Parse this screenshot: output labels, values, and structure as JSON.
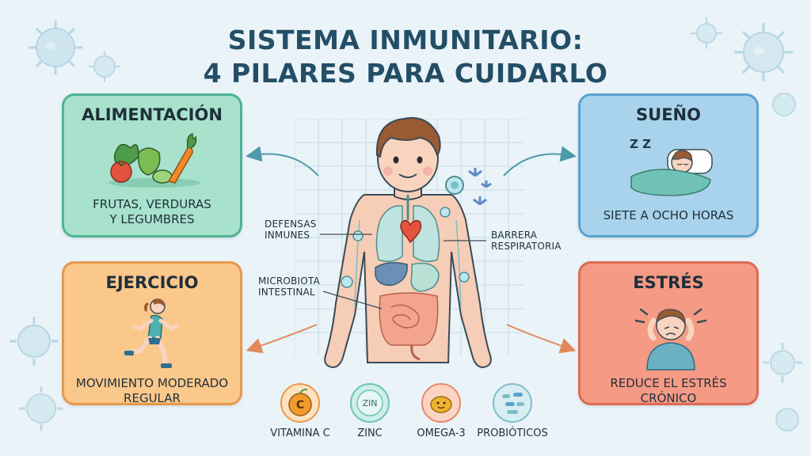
{
  "title": {
    "line1": "SISTEMA INMUNITARIO:",
    "line2": "4 PILARES PARA CUIDARLO"
  },
  "pillars": {
    "food": {
      "title": "ALIMENTACIÓN",
      "text_line1": "FRUTAS, VERDURAS",
      "text_line2": "Y LEGUMBRES"
    },
    "sleep": {
      "title": "SUEÑO",
      "text_line1": "SIETE A OCHO HORAS",
      "zz": "Z Z"
    },
    "exercise": {
      "title": "EJERCICIO",
      "text_line1": "MOVIMIENTO MODERADO",
      "text_line2": "REGULAR"
    },
    "stress": {
      "title": "ESTRÉS",
      "text_line1": "REDUCE EL ESTRÉS",
      "text_line2": "CRÓNICO"
    }
  },
  "body_labels": {
    "defenses": {
      "line1": "DEFENSAS",
      "line2": "INMUNES"
    },
    "respiratory": {
      "line1": "BARRERA",
      "line2": "RESPIRATORIA"
    },
    "microbiota": {
      "line1": "MICROBIOTA",
      "line2": "INTESTINAL"
    }
  },
  "nutrients": [
    {
      "label": "VITAMINA C",
      "badge": "C",
      "icon": "orange-icon",
      "color": "#f39a2c"
    },
    {
      "label": "ZINC",
      "badge": "ZIN",
      "icon": "zinc-icon",
      "color": "#6cc4b7"
    },
    {
      "label": "OMEGA-3",
      "badge": "",
      "icon": "omega-capsule-icon",
      "color": "#f0b330"
    },
    {
      "label": "PROBIÓTICOS",
      "badge": "",
      "icon": "probiotics-icon",
      "color": "#7dbfc8"
    }
  ],
  "colors": {
    "background": "#e9f3f8",
    "title": "#244e66",
    "food_card": "#a8e2cc",
    "sleep_card": "#a9d3ec",
    "exercise_card": "#fbc88c",
    "stress_card": "#f59a84",
    "arrow_teal": "#4e9aa8",
    "arrow_orange": "#e08a5a"
  }
}
